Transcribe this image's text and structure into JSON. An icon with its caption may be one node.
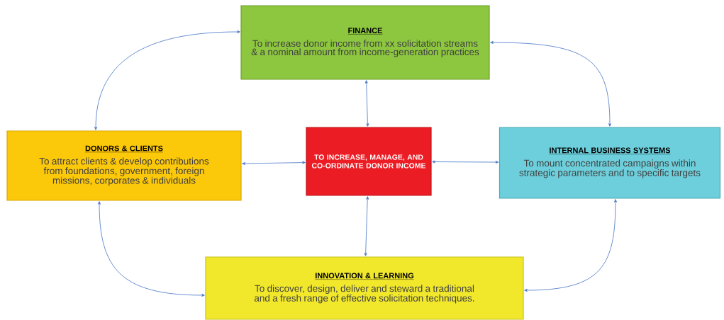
{
  "diagram": {
    "nodes": [
      {
        "text": [
          "FINANCE",
          "To increase donor income from xx solicitation streams & a nominal amount from income-generation practices"
        ]
      },
      {
        "text": [
          "DONORS & CLIENTS",
          "To attract clients & develop contributions from foundations, government, foreign missions, corporates & individuals"
        ]
      },
      {
        "text": [
          "TO INCREASE, MANAGE, AND CO-ORDINATE DONOR INCOME"
        ]
      },
      {
        "text": [
          "INTERNAL BUSINESS SYSTEMS",
          "To mount concentrated campaigns within strategic parameters and to specific targets"
        ]
      },
      {
        "text": [
          "INNOVATION & LEARNING",
          "To discover, design, deliver and steward a traditional and a fresh range of effective solicitation techniques."
        ]
      }
    ],
    "edges": [
      {
        "from": 0,
        "to": 2,
        "arrow": "both"
      },
      {
        "from": 1,
        "to": 2,
        "arrow": "both"
      },
      {
        "from": 2,
        "to": 3,
        "arrow": "both"
      },
      {
        "from": 2,
        "to": 4,
        "arrow": "both"
      },
      {
        "from": 0,
        "to": 1,
        "arrow": "both"
      },
      {
        "from": 0,
        "to": 3,
        "arrow": "both"
      },
      {
        "from": 1,
        "to": 4,
        "arrow": "both"
      },
      {
        "from": 3,
        "to": 4,
        "arrow": "both"
      }
    ]
  }
}
